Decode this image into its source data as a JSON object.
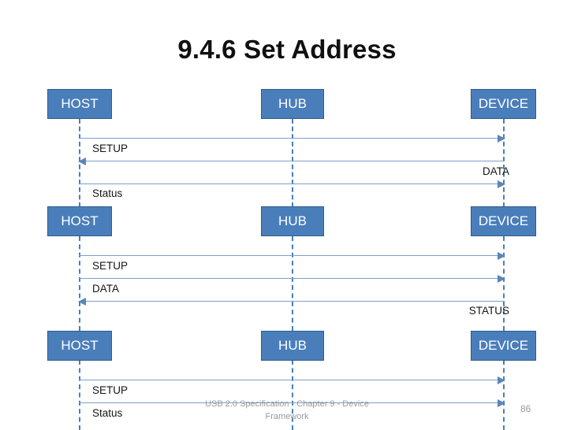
{
  "slide": {
    "title": "9.4.6 Set Address",
    "page_number": "86",
    "footer": "USB 2.0 Specification - Chapter 9 - Device Framework",
    "colors": {
      "node_fill": "#4a7ebb",
      "node_border": "#2e5c8a",
      "node_text": "#ffffff",
      "lifeline": "#4a7ebb",
      "arrow": "#7ba0c8",
      "title_text": "#101010",
      "footer_text": "#9a9a9a"
    }
  },
  "actors": {
    "host": "HOST",
    "hub": "HUB",
    "device": "DEVICE"
  },
  "sequences": [
    {
      "id": "sequence-1",
      "messages": [
        {
          "label": "SETUP",
          "direction": "right",
          "align": "left"
        },
        {
          "label": "DATA",
          "direction": "left",
          "align": "right"
        },
        {
          "label": "Status",
          "direction": "right",
          "align": "left"
        }
      ]
    },
    {
      "id": "sequence-2",
      "messages": [
        {
          "label": "SETUP",
          "direction": "right",
          "align": "left"
        },
        {
          "label": "DATA",
          "direction": "right",
          "align": "left"
        },
        {
          "label": "STATUS",
          "direction": "left",
          "align": "right"
        }
      ]
    },
    {
      "id": "sequence-3",
      "messages": [
        {
          "label": "SETUP",
          "direction": "right",
          "align": "left"
        },
        {
          "label": "Status",
          "direction": "right",
          "align": "left"
        }
      ]
    }
  ]
}
